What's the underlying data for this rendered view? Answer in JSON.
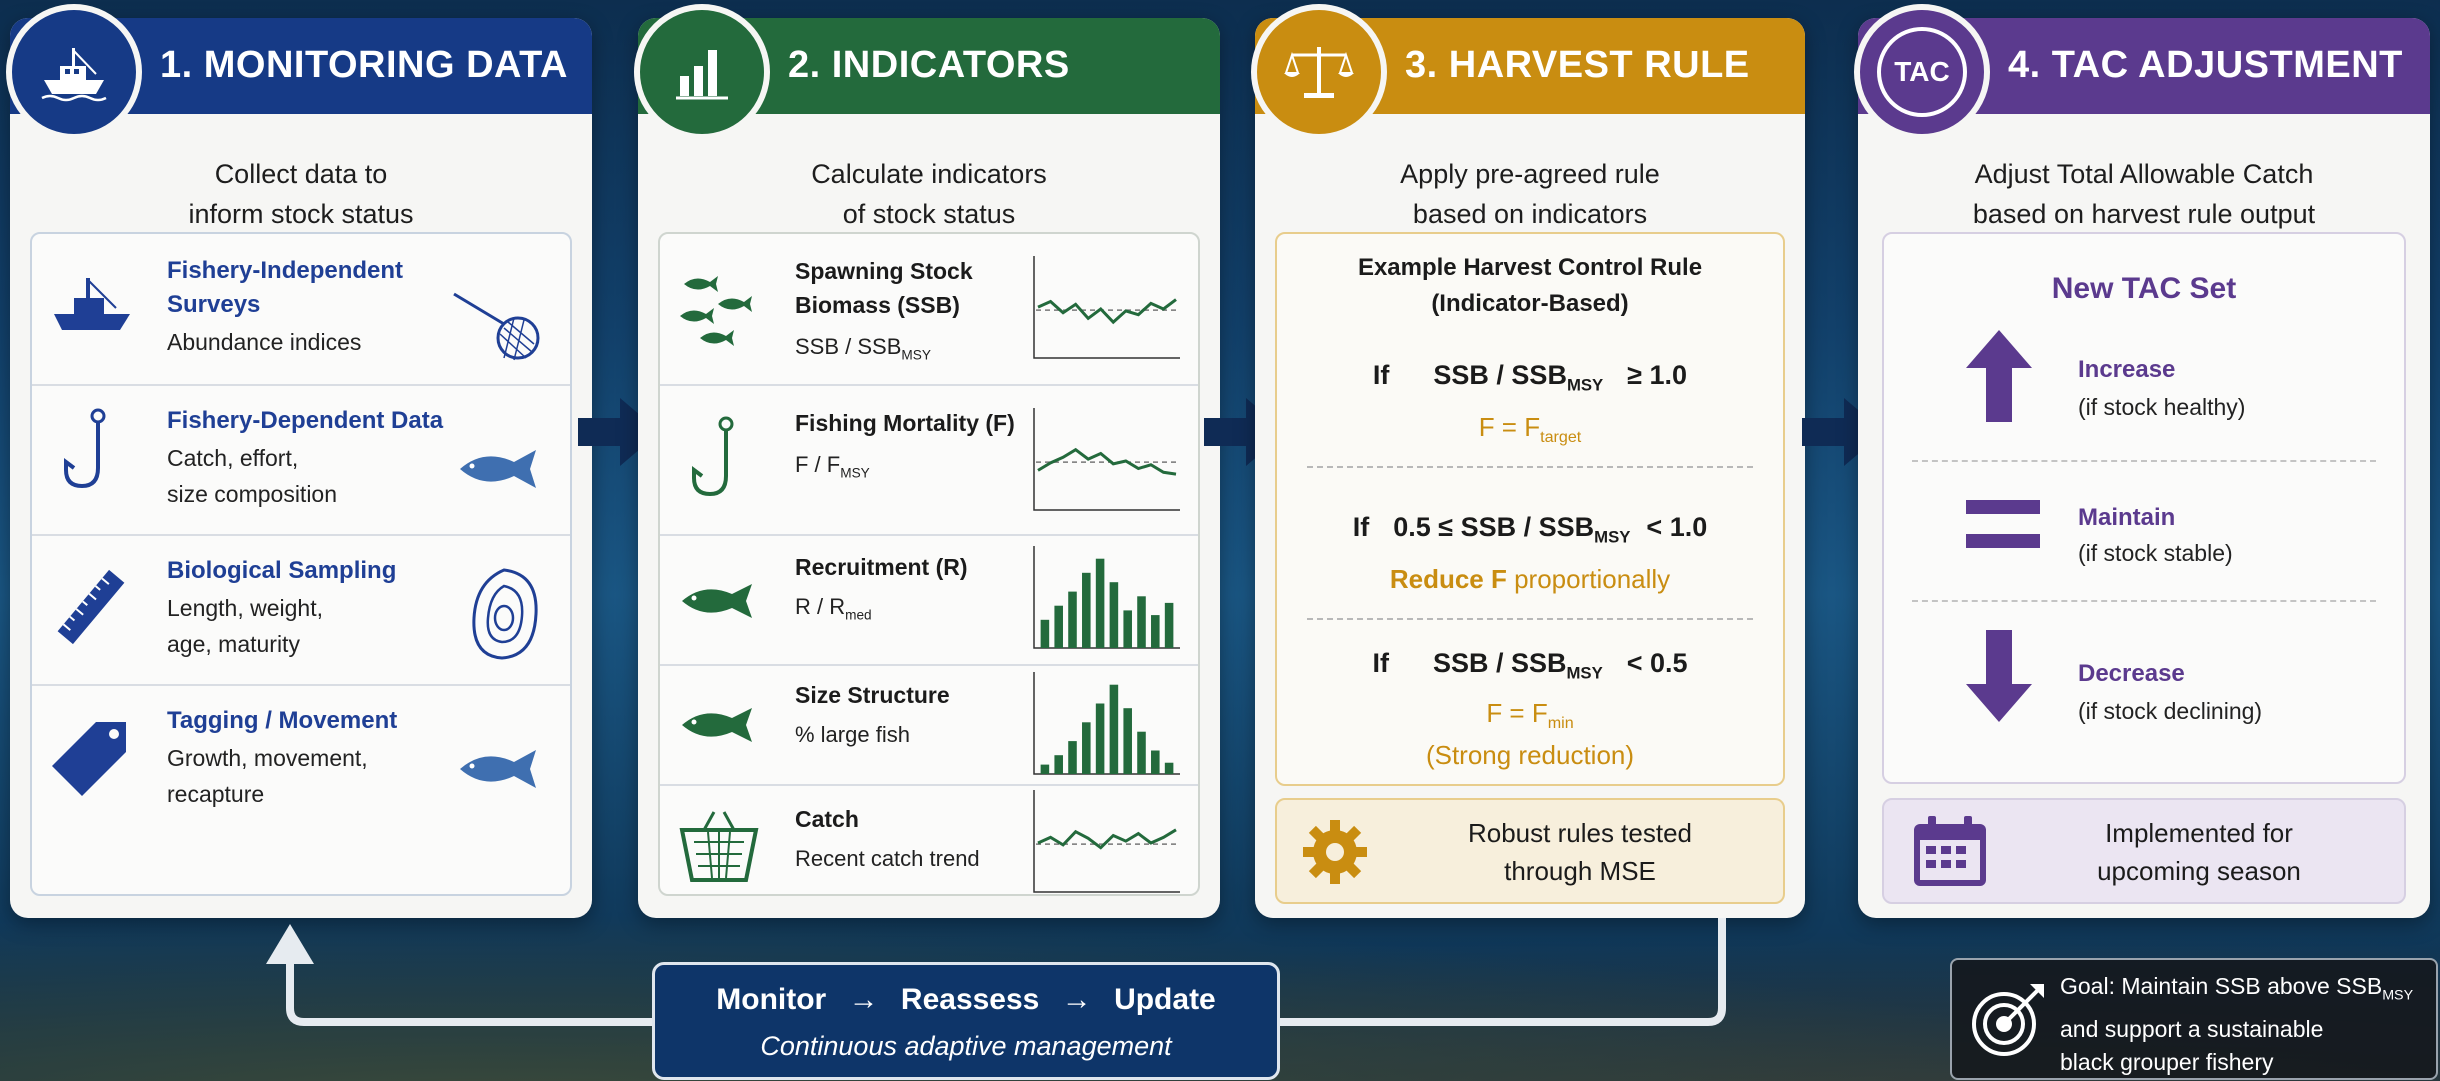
{
  "colors": {
    "monitoring": "#163a86",
    "indicators": "#236a3c",
    "harvest": "#c98d11",
    "tac": "#5b3a8e",
    "arrow": "#0f2b55",
    "loop": "#0e3569"
  },
  "panels": {
    "monitoring": {
      "title": "1. MONITORING DATA",
      "icon": "fishing-boat-icon",
      "subtitle": "Collect data to\ninform stock status",
      "rows": [
        {
          "title": "Fishery-Independent\nSurveys",
          "text": "Abundance indices",
          "icon": "survey-vessel-icon",
          "art": "fishing-net-icon"
        },
        {
          "title": "Fishery-Dependent Data",
          "text": "Catch, effort,\nsize composition",
          "icon": "fish-hook-icon",
          "art": "fish-icon"
        },
        {
          "title": "Biological Sampling",
          "text": "Length, weight,\nage, maturity",
          "icon": "ruler-icon",
          "art": "otolith-icon"
        },
        {
          "title": "Tagging / Movement",
          "text": "Growth, movement,\nrecapture",
          "icon": "tag-icon",
          "art": "fish-icon"
        }
      ]
    },
    "indicators": {
      "title": "2. INDICATORS",
      "icon": "bar-chart-icon",
      "subtitle": "Calculate indicators\nof stock status",
      "rows": [
        {
          "title": "Spawning Stock\nBiomass (SSB)",
          "text_main": "SSB / SSB",
          "text_sub": "MSY",
          "icon": "fish-school-icon",
          "chart": "line",
          "values": [
            52,
            58,
            46,
            55,
            40,
            50,
            36,
            48,
            44,
            56,
            50,
            60
          ]
        },
        {
          "title": "Fishing Mortality (F)",
          "text_main": "F / F",
          "text_sub": "MSY",
          "icon": "fish-hook-icon",
          "chart": "line",
          "values": [
            40,
            48,
            54,
            62,
            52,
            58,
            47,
            50,
            42,
            46,
            38,
            36
          ]
        },
        {
          "title": "Recruitment (R)",
          "text_main": "R / R",
          "text_sub": "med",
          "icon": "fish-icon",
          "chart": "bar",
          "values": [
            30,
            45,
            60,
            80,
            95,
            70,
            40,
            55,
            35,
            48
          ]
        },
        {
          "title": "Size Structure",
          "text_main": "% large fish",
          "text_sub": "",
          "icon": "fish-icon",
          "chart": "bar",
          "values": [
            10,
            20,
            35,
            55,
            75,
            95,
            70,
            45,
            25,
            12
          ]
        },
        {
          "title": "Catch",
          "text_main": "Recent catch trend",
          "text_sub": "",
          "icon": "basket-icon",
          "chart": "line",
          "values": [
            50,
            56,
            48,
            62,
            55,
            45,
            58,
            52,
            60,
            50,
            56,
            64
          ]
        }
      ]
    },
    "harvest": {
      "title": "3. HARVEST RULE",
      "icon": "balance-scale-icon",
      "subtitle": "Apply pre-agreed rule\nbased on indicators",
      "box_title": "Example Harvest Control Rule\n(Indicator-Based)",
      "rules": [
        {
          "if": "If",
          "cond_pre": "SSB / SSB",
          "cond_sub": "MSY",
          "cond_post": "≥  1.0",
          "result_main": "F = F",
          "result_sub": "target",
          "note": ""
        },
        {
          "if": "If",
          "cond_pre": "0.5 ≤ SSB / SSB",
          "cond_sub": "MSY",
          "cond_post": "< 1.0",
          "result_main": "Reduce F",
          "result_rest": " proportionally",
          "note": ""
        },
        {
          "if": "If",
          "cond_pre": "SSB / SSB",
          "cond_sub": "MSY",
          "cond_post": "< 0.5",
          "result_main": "F = F",
          "result_sub": "min",
          "note": "(Strong reduction)"
        }
      ],
      "footer": "Robust rules tested\nthrough MSE",
      "footer_icon": "gear-icon"
    },
    "tac": {
      "title": "4. TAC ADJUSTMENT",
      "badge": "TAC",
      "subtitle": "Adjust Total Allowable Catch\nbased on harvest rule output",
      "box_title": "New TAC Set",
      "options": [
        {
          "label": "Increase",
          "note": "(if stock healthy)",
          "icon": "arrow-up-icon"
        },
        {
          "label": "Maintain",
          "note": "(if stock stable)",
          "icon": "equals-icon"
        },
        {
          "label": "Decrease",
          "note": "(if stock declining)",
          "icon": "arrow-down-icon"
        }
      ],
      "footer": "Implemented for\nupcoming season",
      "footer_icon": "calendar-icon"
    }
  },
  "loop": {
    "step1": "Monitor",
    "step2": "Reassess",
    "step3": "Update",
    "separator": "→",
    "subtitle": "Continuous adaptive management"
  },
  "goal": {
    "text_pre": "Goal: Maintain SSB above SSB",
    "text_sub": "MSY",
    "text_line2": "and support a sustainable",
    "text_line3": "black grouper fishery",
    "icon": "target-icon"
  }
}
